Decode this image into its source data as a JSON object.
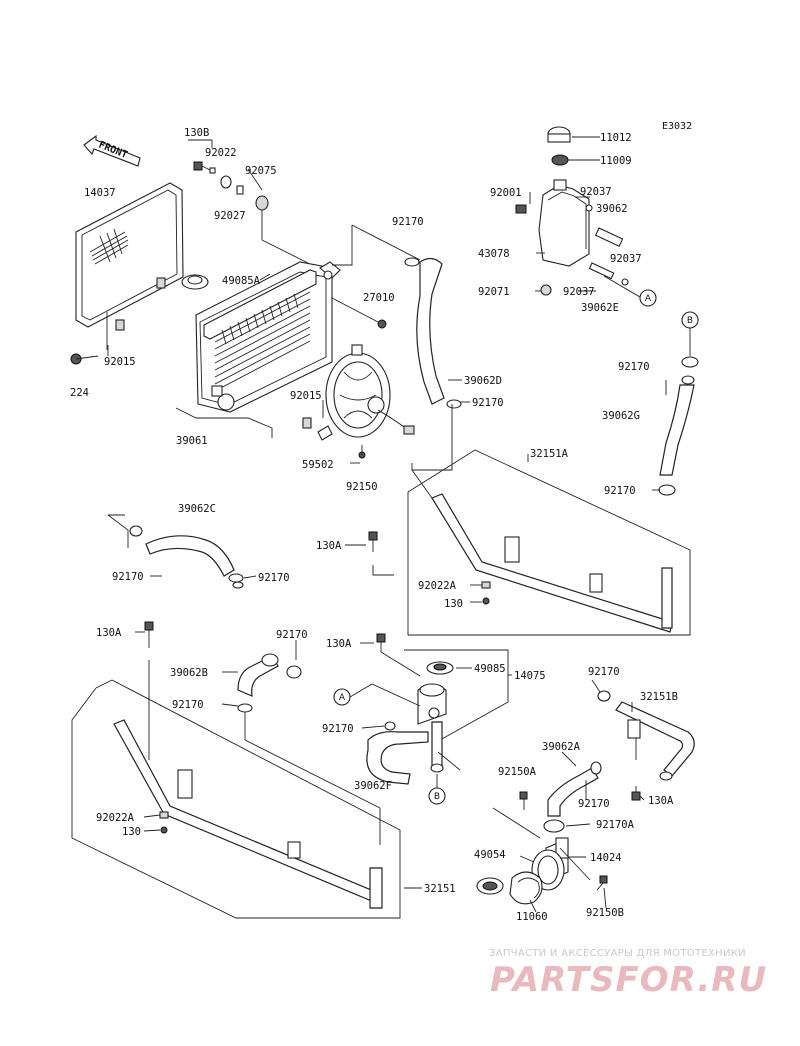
{
  "diagram": {
    "code": "E3032",
    "front_label": "FRONT",
    "callouts": {
      "a": "A",
      "b": "B"
    },
    "labels": {
      "p11012": "11012",
      "p11009": "11009",
      "p92001": "92001",
      "p92037a": "92037",
      "p39062": "39062",
      "p43078": "43078",
      "p92037b": "92037",
      "p92071": "92071",
      "p92037c": "92037",
      "p39062e": "39062E",
      "p130b": "130B",
      "p92022": "92022",
      "p92075": "92075",
      "p92027": "92027",
      "p14037": "14037",
      "p49085a": "49085A",
      "p27010": "27010",
      "p92015a": "92015",
      "p224": "224",
      "p39061": "39061",
      "p92170a": "92170",
      "p39062d": "39062D",
      "p92170b": "92170",
      "p92015b": "92015",
      "p59502": "59502",
      "p92150": "92150",
      "p92170c": "92170",
      "p39062g": "39062G",
      "p32151a": "32151A",
      "p92170d": "92170",
      "p39062c": "39062C",
      "p92170e": "92170",
      "p92170f": "92170",
      "p130a1": "130A",
      "p92022a1": "92022A",
      "p130_1": "130",
      "p130a2": "130A",
      "p92170g": "92170",
      "p130a3": "130A",
      "p49085": "49085",
      "p14075": "14075",
      "p39062b": "39062B",
      "p92170h": "92170",
      "p92170i": "92170",
      "p39062f": "39062F",
      "p92170j": "92170",
      "p32151b": "32151B",
      "p39062a": "39062A",
      "p92150a": "92150A",
      "p92170k": "92170",
      "p130a4": "130A",
      "p92022a2": "92022A",
      "p130_2": "130",
      "p92170a2": "92170A",
      "p49054": "49054",
      "p14024": "14024",
      "p32151": "32151",
      "p11060": "11060",
      "p92150b": "92150B"
    }
  },
  "watermark": {
    "caption": "ЗАПЧАСТИ И АКСЕССУАРЫ ДЛЯ МОТОТЕХНИКИ",
    "logo": "PARTSFOR.RU"
  },
  "colors": {
    "line": "#222222",
    "watermark_logo": "#e9b9be",
    "watermark_caption": "#c9c9c9"
  }
}
